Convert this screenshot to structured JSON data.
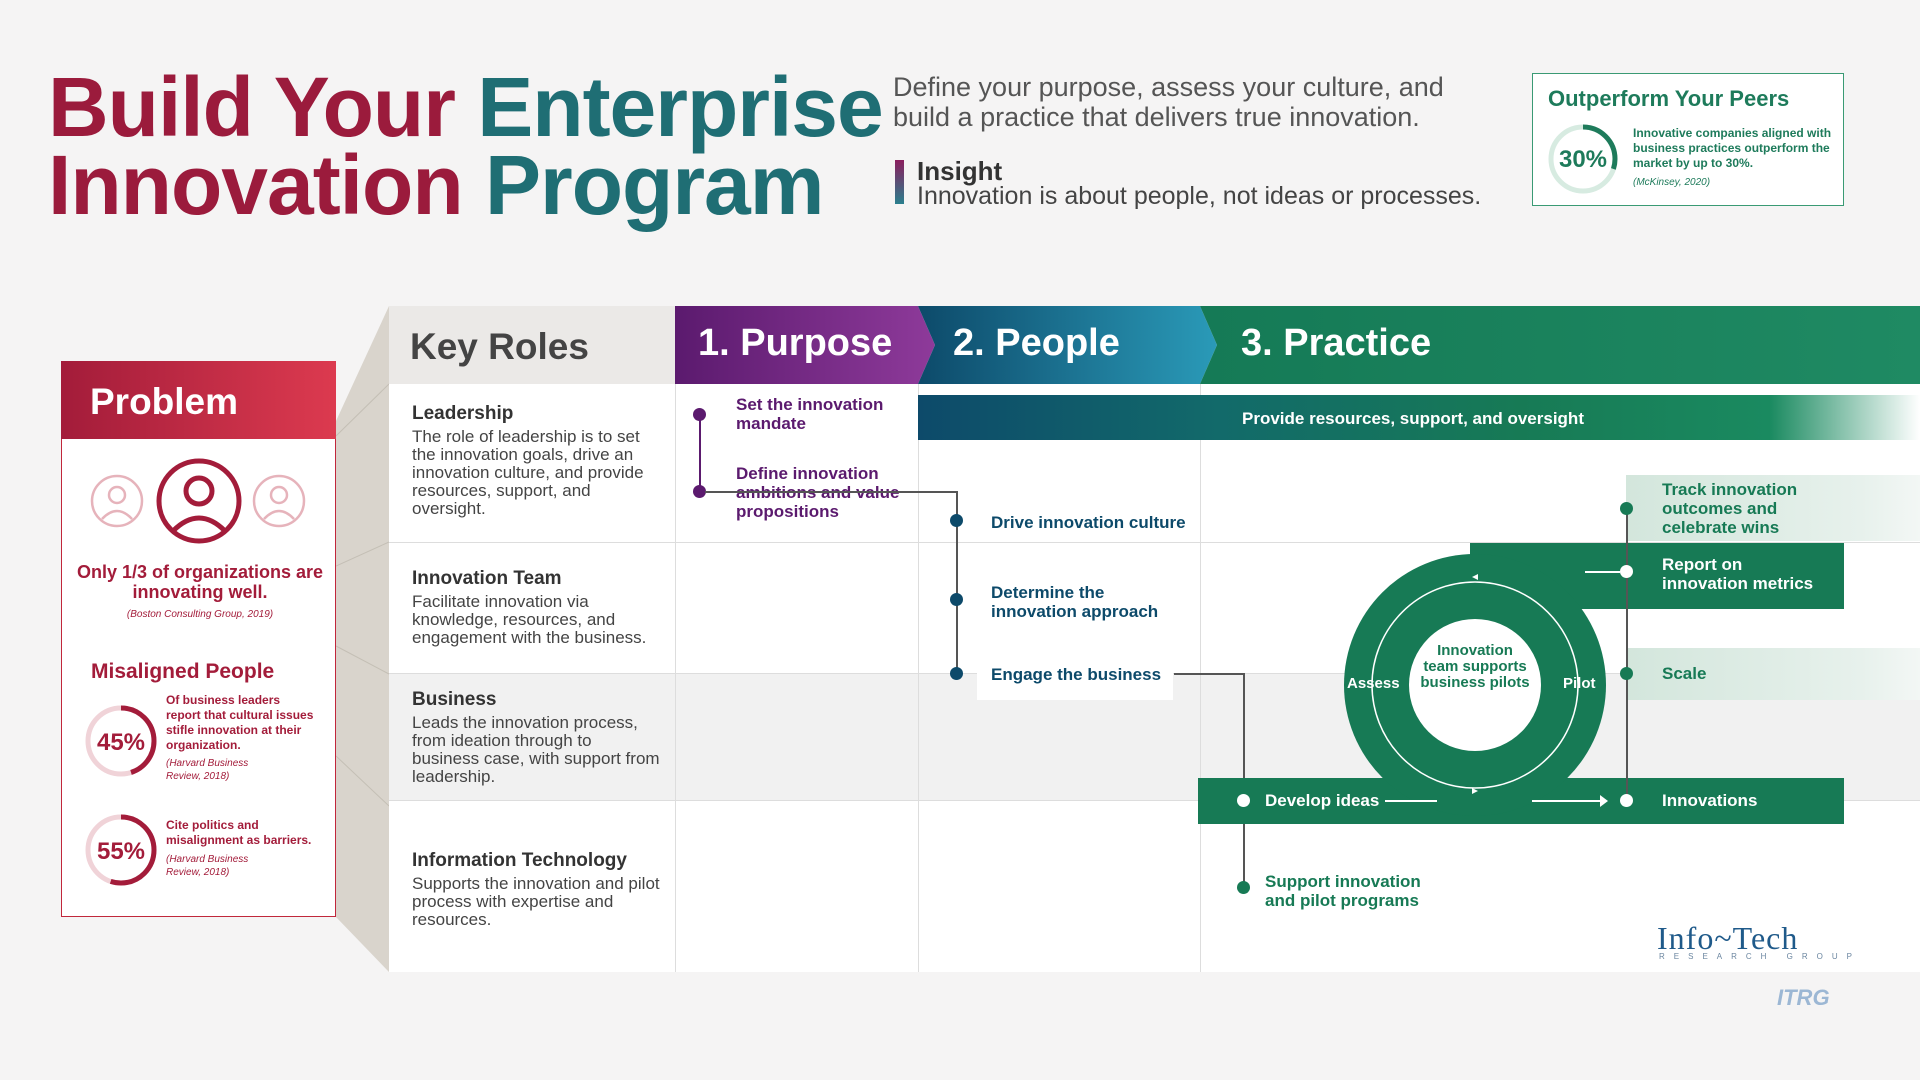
{
  "header": {
    "title_line1_a": "Build Your",
    "title_line1_b": "Enterprise",
    "title_line2_a": "Innovation",
    "title_line2_b": "Program",
    "subtitle": "Define your purpose, assess your culture, and build a practice that delivers true innovation.",
    "insight_label": "Insight",
    "insight_text": "Innovation is about people, not ideas or processes."
  },
  "peers": {
    "title": "Outperform Your Peers",
    "percent": "30%",
    "percent_value": 0.3,
    "text": "Innovative companies aligned with business practices outperform the market by up to 30%.",
    "source": "(McKinsey, 2020)"
  },
  "problem": {
    "title": "Problem",
    "stat": "Only 1/3 of organizations are innovating well.",
    "stat_source": "(Boston Consulting Group, 2019)",
    "misaligned_title": "Misaligned People",
    "stat45_percent": "45%",
    "stat45_value": 0.45,
    "stat45_text": "Of business leaders report that cultural issues stifle innovation at their organization.",
    "stat45_source": "(Harvard Business Review, 2018)",
    "stat55_percent": "55%",
    "stat55_value": 0.55,
    "stat55_text": "Cite politics and misalignment as barriers.",
    "stat55_source": "(Harvard Business Review, 2018)"
  },
  "grid": {
    "roles_title": "Key Roles",
    "phase1": "1. Purpose",
    "phase2": "2. People",
    "phase3": "3. Practice",
    "roles": [
      {
        "name": "Leadership",
        "desc": "The role of leadership is to set the innovation goals, drive an innovation culture, and provide resources, support, and oversight."
      },
      {
        "name": "Innovation Team",
        "desc": "Facilitate innovation via knowledge, resources, and engagement with the business."
      },
      {
        "name": "Business",
        "desc": "Leads the innovation process, from ideation through to business case, with support from leadership."
      },
      {
        "name": "Information Technology",
        "desc": "Supports the innovation and pilot process with expertise and resources."
      }
    ]
  },
  "purpose": {
    "item1": "Set the innovation mandate",
    "item2": "Define innovation ambitions and value propositions"
  },
  "people": {
    "banner": "Provide resources, support, and oversight",
    "item1": "Drive innovation culture",
    "item2": "Determine the innovation approach",
    "item3": "Engage the business"
  },
  "practice": {
    "track": "Track innovation outcomes and celebrate wins",
    "report": "Report on innovation metrics",
    "scale": "Scale",
    "develop": "Develop ideas",
    "innovations": "Innovations",
    "support": "Support innovation and pilot programs",
    "cycle_center": "Innovation team supports business pilots",
    "assess": "Assess",
    "pilot": "Pilot"
  },
  "branding": {
    "logo": "Info~Tech",
    "logo_sub": "RESEARCH GROUP",
    "itrg": "ITRG"
  },
  "colors": {
    "crimson": "#a31c3a",
    "teal": "#1f6e74",
    "green": "#177a55",
    "purple": "#5b1a6e",
    "navy": "#0d4a6a"
  }
}
